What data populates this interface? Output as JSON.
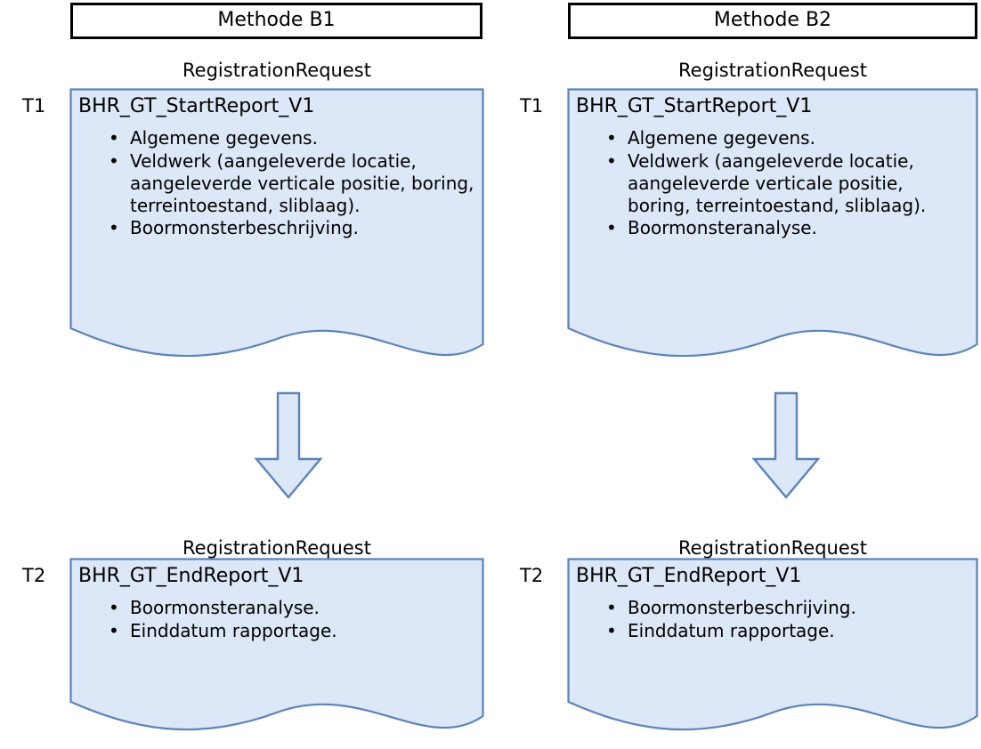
{
  "diagram": {
    "colors": {
      "shape_fill": "#DCE7F7",
      "shape_border": "#5B83B8",
      "header_border": "#000000",
      "text": "#000000",
      "background": "#FFFFFF"
    },
    "columns": [
      {
        "id": "B1",
        "header": "Methode B1",
        "steps": [
          {
            "time_label": "T1",
            "caption": "RegistrationRequest",
            "document_title": "BHR_GT_StartReport_V1",
            "items": [
              "Algemene gegevens.",
              "Veldwerk (aangeleverde locatie, aangeleverde verticale positie, boring, terreintoestand, sliblaag).",
              "Boormonsterbeschrijving."
            ]
          },
          {
            "time_label": "T2",
            "caption": "RegistrationRequest",
            "document_title": "BHR_GT_EndReport_V1",
            "items": [
              "Boormonsteranalyse.",
              "Einddatum rapportage."
            ]
          }
        ],
        "connector": "down-arrow"
      },
      {
        "id": "B2",
        "header": "Methode B2",
        "steps": [
          {
            "time_label": "T1",
            "caption": "RegistrationRequest",
            "document_title": "BHR_GT_StartReport_V1",
            "items": [
              "Algemene gegevens.",
              "Veldwerk (aangeleverde locatie, aangeleverde verticale positie, boring, terreintoestand, sliblaag).",
              "Boormonsteranalyse."
            ]
          },
          {
            "time_label": "T2",
            "caption": "RegistrationRequest",
            "document_title": "BHR_GT_EndReport_V1",
            "items": [
              "Boormonsterbeschrijving.",
              "Einddatum rapportage."
            ]
          }
        ],
        "connector": "down-arrow"
      }
    ]
  }
}
